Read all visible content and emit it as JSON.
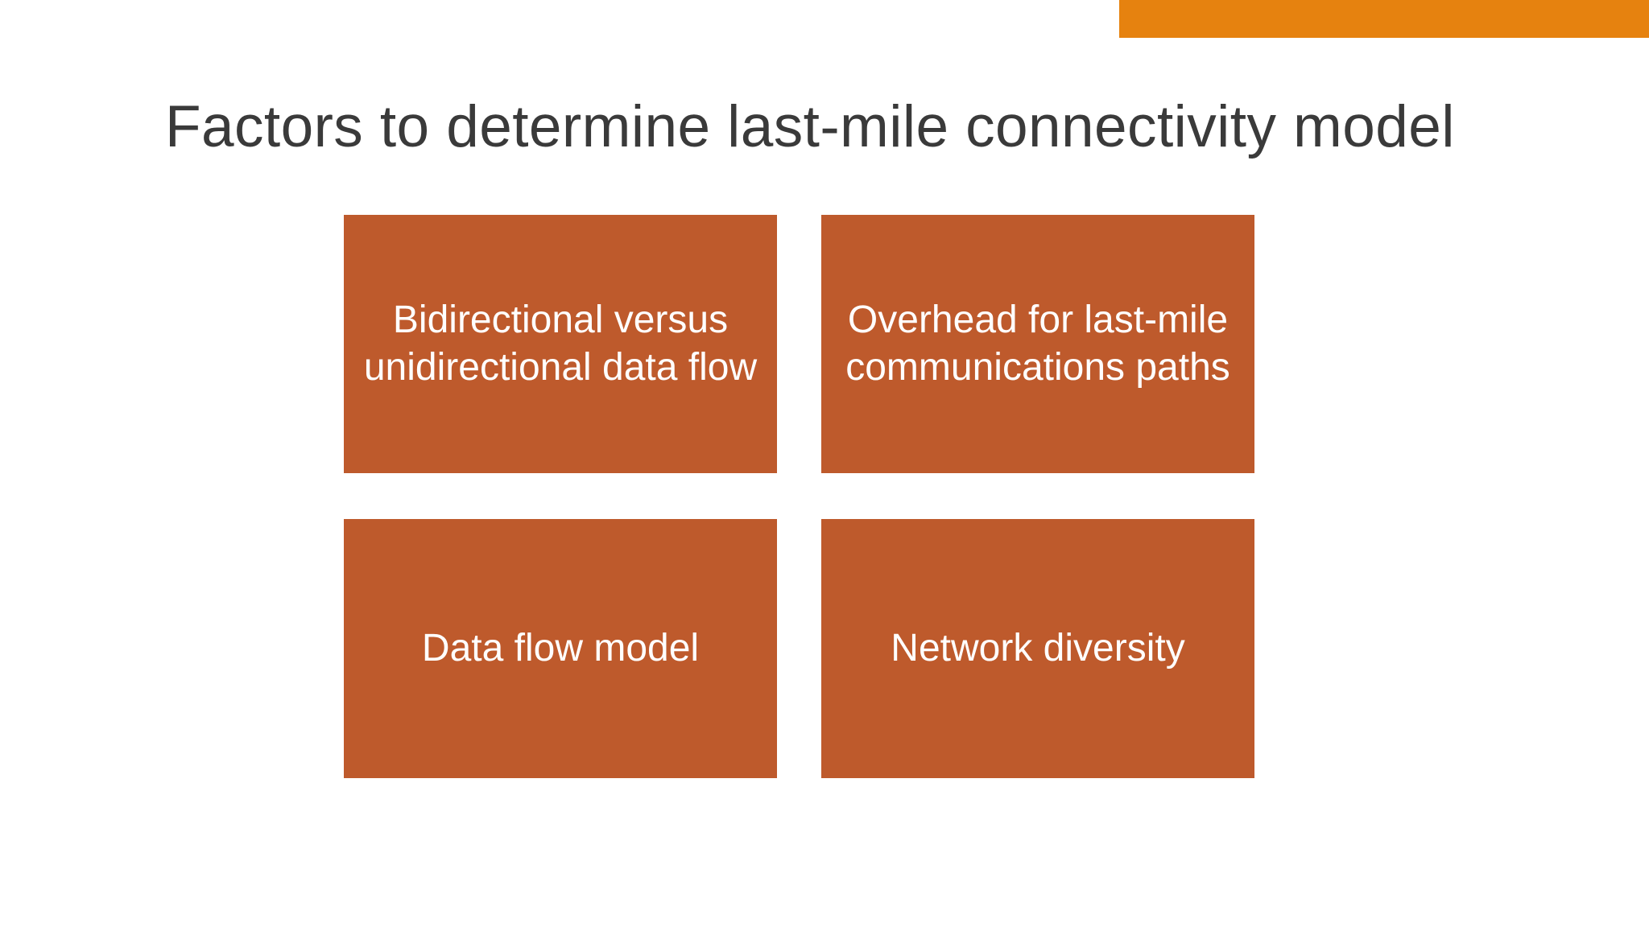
{
  "slide": {
    "title": "Factors to determine last-mile connectivity model",
    "factor_boxes": [
      {
        "label": "Bidirectional versus unidirectional data flow"
      },
      {
        "label": "Overhead for last-mile communications paths"
      },
      {
        "label": "Data flow model"
      },
      {
        "label": "Network diversity"
      }
    ],
    "colors": {
      "accent_bar": "#E6820F",
      "box_fill": "#BE5A2C",
      "box_text": "#FFFFFF",
      "title_text": "#3A3A3A",
      "background": "#FFFFFF"
    }
  }
}
